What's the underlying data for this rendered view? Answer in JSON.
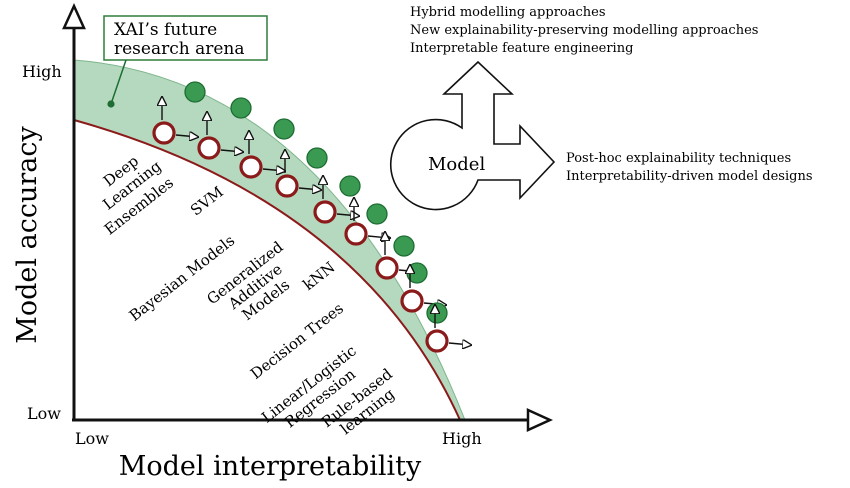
{
  "axes": {
    "y_label": "Model accuracy",
    "x_label": "Model interpretability",
    "y_high": "High",
    "y_low": "Low",
    "x_low": "Low",
    "x_high": "High"
  },
  "callout": {
    "line1": "XAI’s future",
    "line2": "research arena"
  },
  "models": [
    {
      "name": "Deep Learning",
      "lines": [
        "Deep",
        "Learning"
      ]
    },
    {
      "name": "Ensembles",
      "lines": [
        "Ensembles"
      ]
    },
    {
      "name": "SVM",
      "lines": [
        "SVM"
      ]
    },
    {
      "name": "Bayesian Models",
      "lines": [
        "Bayesian Models"
      ]
    },
    {
      "name": "Generalized Additive Models",
      "lines": [
        "Generalized",
        "Additive",
        "Models"
      ]
    },
    {
      "name": "kNN",
      "lines": [
        "kNN"
      ]
    },
    {
      "name": "Decision Trees",
      "lines": [
        "Decision Trees"
      ]
    },
    {
      "name": "Linear/Logistic Regression",
      "lines": [
        "Linear/Logistic",
        "Regression"
      ]
    },
    {
      "name": "Rule-based learning",
      "lines": [
        "Rule-based",
        "learning"
      ]
    }
  ],
  "model_arrow": {
    "center_label": "Model",
    "up_items": [
      "Hybrid modelling approaches",
      "New explainability-preserving modelling approaches",
      "Interpretable feature engineering"
    ],
    "right_items": [
      "Post-hoc explainability techniques",
      "Interpretability-driven model designs"
    ]
  },
  "colors": {
    "curve": "#8b1a1a",
    "band_fill": "#b5d9be",
    "band_edge": "#7fb68d",
    "green_dot": "#3a9a52",
    "green_dot_edge": "#1e6d33",
    "callout_border": "#2e7d3a",
    "axis": "#111111"
  }
}
